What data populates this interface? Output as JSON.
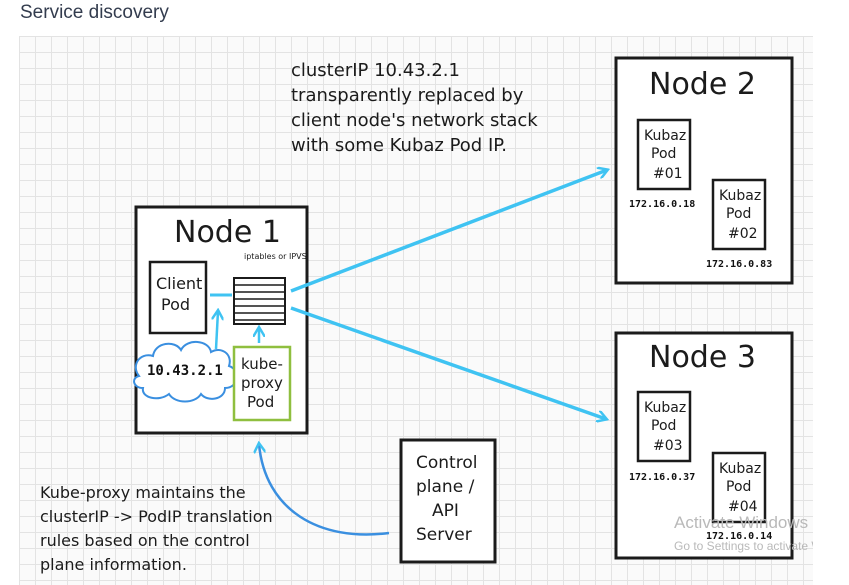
{
  "page": {
    "title": "Service discovery"
  },
  "diagram": {
    "annotation_top": [
      "clusterIP 10.43.2.1",
      "transparently replaced by",
      "client node's network stack",
      "with some Kubaz Pod IP."
    ],
    "annotation_bottom": [
      "Kube-proxy maintains the",
      "clusterIP -> PodIP translation",
      "rules based on the control",
      "plane information."
    ],
    "node1": {
      "title": "Node 1",
      "client_pod": [
        "Client",
        "Pod"
      ],
      "iptables_label": "iptables or IPVS",
      "cluster_ip": "10.43.2.1",
      "kube_proxy": [
        "kube-",
        "proxy",
        "Pod"
      ]
    },
    "node2": {
      "title": "Node 2",
      "pods": [
        {
          "lines": [
            "Kubaz",
            "Pod",
            "#01"
          ],
          "ip": "172.16.0.18"
        },
        {
          "lines": [
            "Kubaz",
            "Pod",
            "#02"
          ],
          "ip": "172.16.0.83"
        }
      ]
    },
    "node3": {
      "title": "Node 3",
      "pods": [
        {
          "lines": [
            "Kubaz",
            "Pod",
            "#03"
          ],
          "ip": "172.16.0.37"
        },
        {
          "lines": [
            "Kubaz",
            "Pod",
            "#04"
          ],
          "ip": "172.16.0.14"
        }
      ]
    },
    "control_plane": [
      "Control",
      "plane /",
      "API",
      "Server"
    ]
  },
  "watermark": {
    "line1": "Activate Windows",
    "line2": "Go to Settings to activate Windows."
  },
  "colors": {
    "arrow": "#3fc3f2",
    "kube_proxy_border": "#8fbf3f",
    "cloud": "#3a8fe0",
    "line": "#1b1b1b"
  }
}
